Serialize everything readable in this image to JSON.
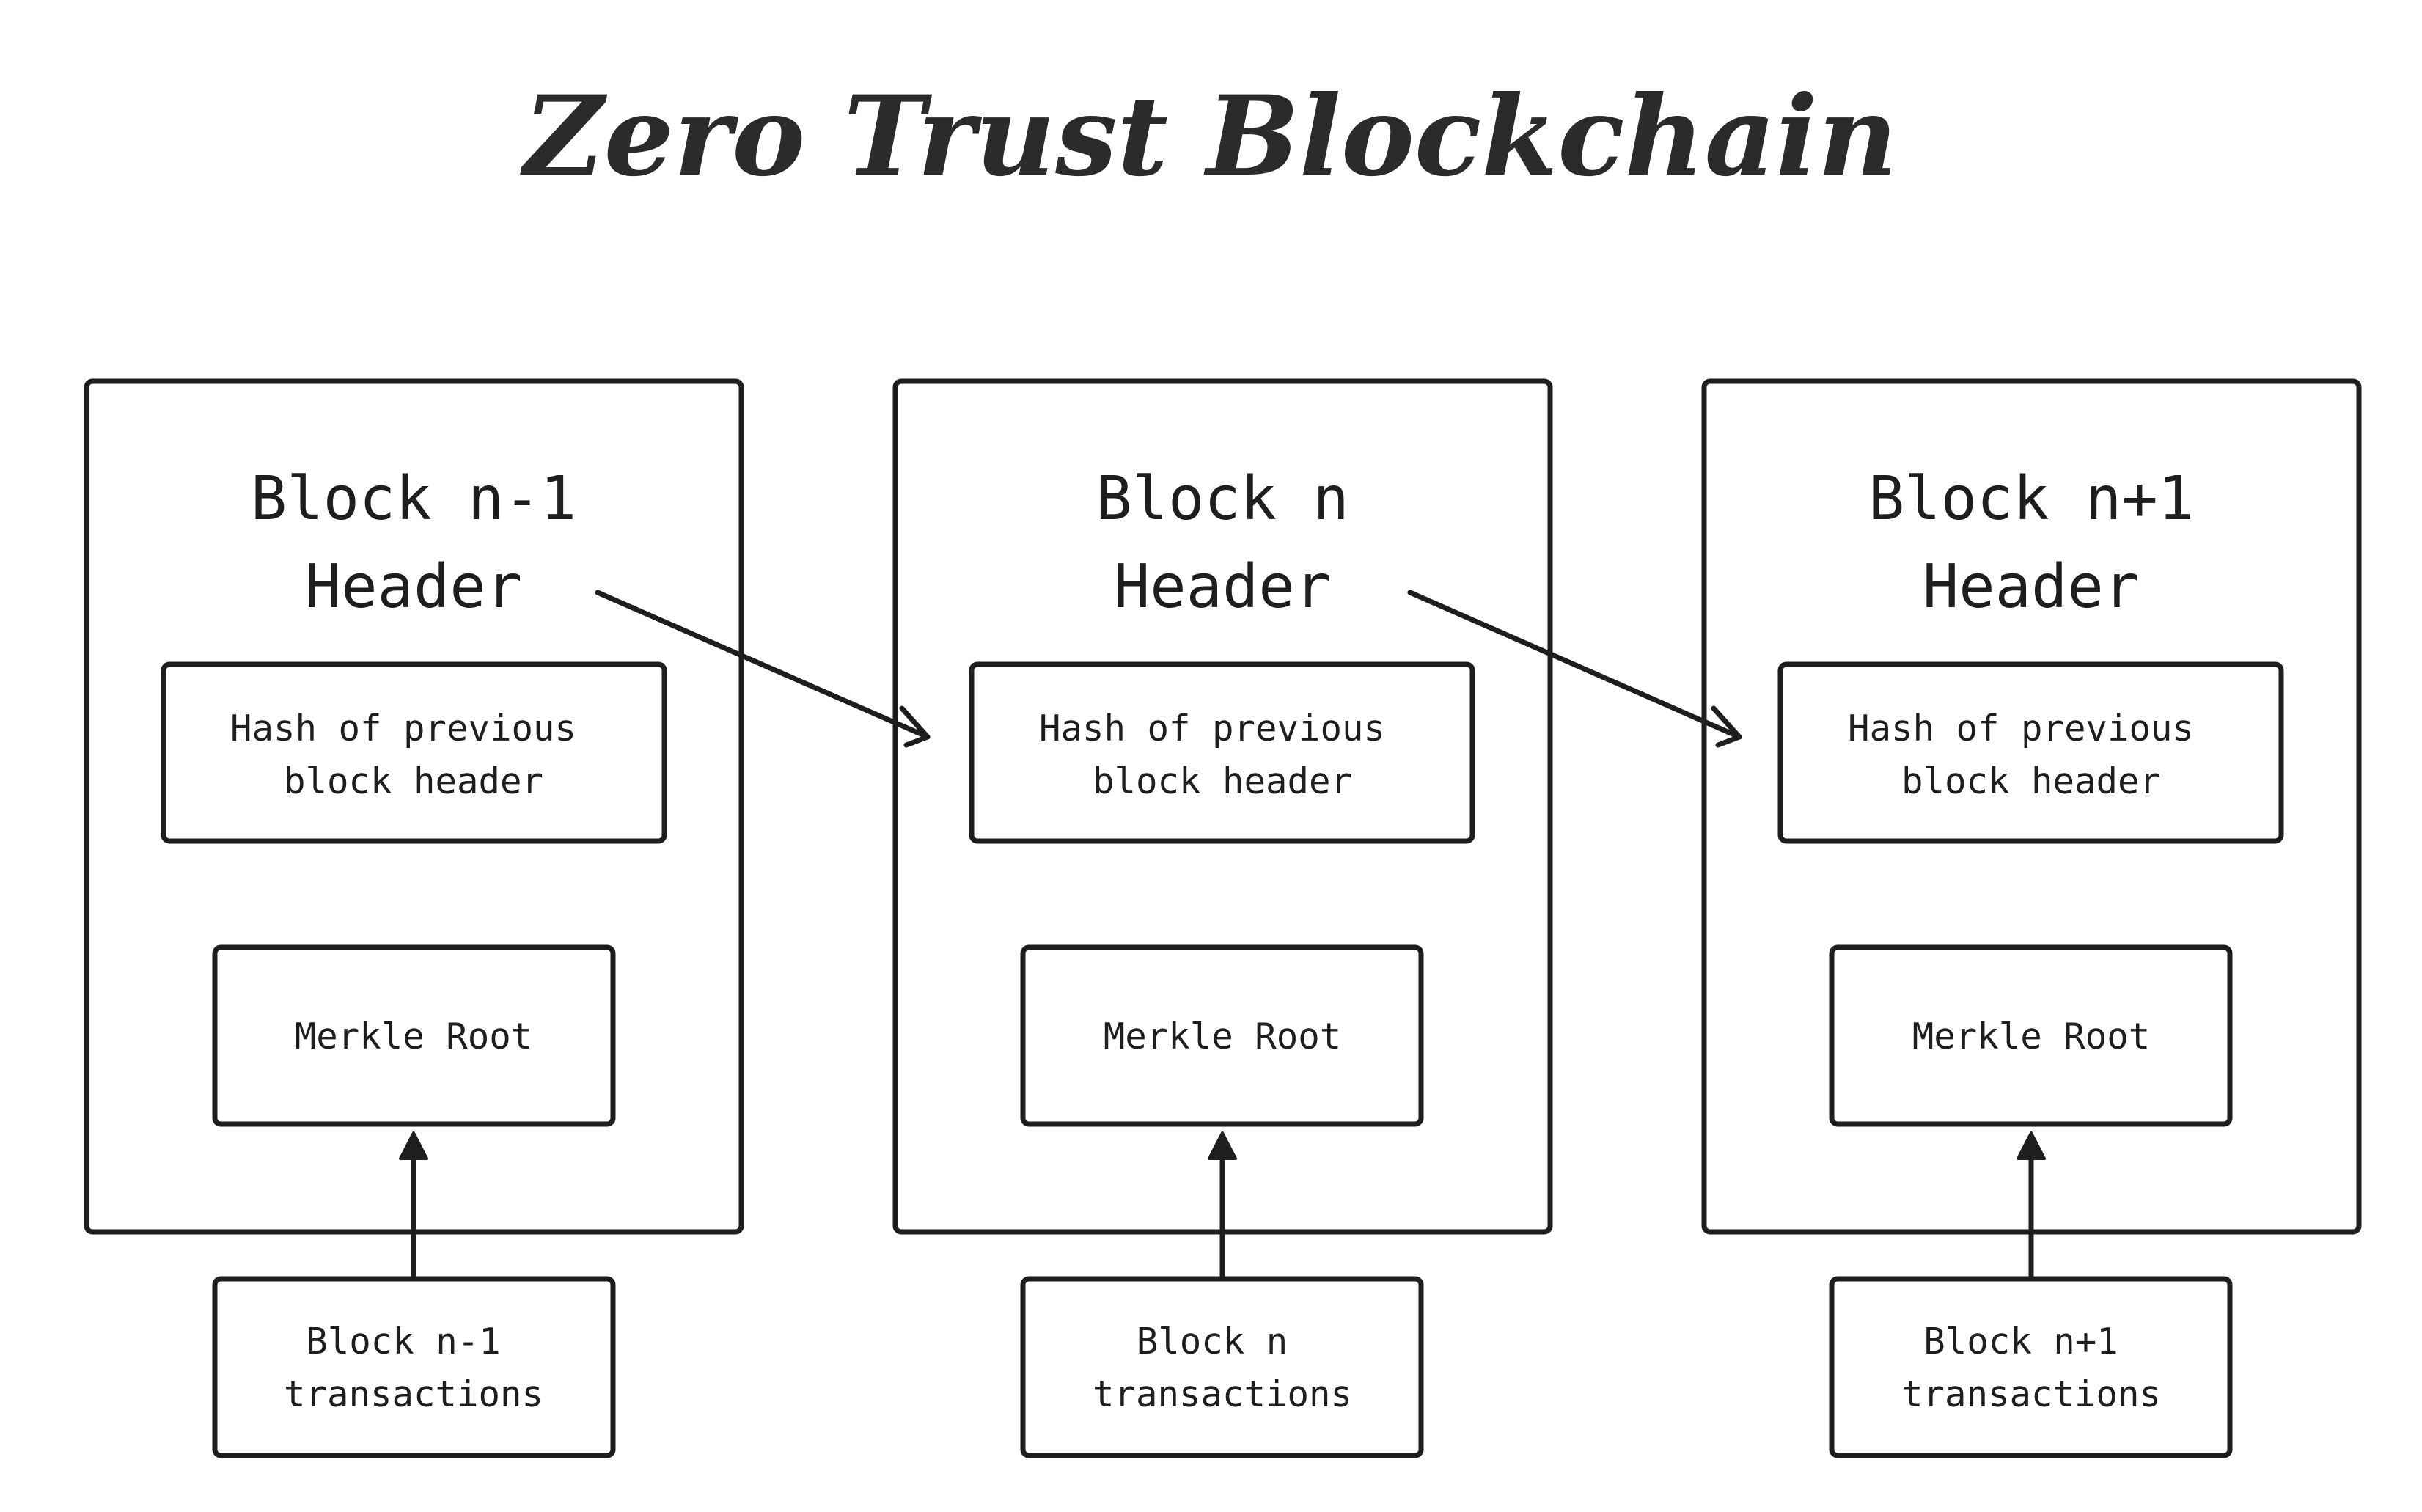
{
  "title": "Zero Trust Blockchain",
  "blocks": [
    {
      "header_line1": "Block n-1",
      "header_line2": "Header",
      "hash_line1": "Hash of previous",
      "hash_line2": "block header",
      "merkle": "Merkle Root",
      "tx_line1": "Block n-1",
      "tx_line2": "transactions"
    },
    {
      "header_line1": "Block n",
      "header_line2": "Header",
      "hash_line1": "Hash of previous",
      "hash_line2": "block header",
      "merkle": "Merkle Root",
      "tx_line1": "Block n",
      "tx_line2": "transactions"
    },
    {
      "header_line1": "Block n+1",
      "header_line2": "Header",
      "hash_line1": "Hash of previous",
      "hash_line2": "block header",
      "merkle": "Merkle Root",
      "tx_line1": "Block n+1",
      "tx_line2": "transactions"
    }
  ],
  "colors": {
    "stroke": "#1e1e1e",
    "title": "#2b2b2b",
    "background": "#ffffff"
  }
}
